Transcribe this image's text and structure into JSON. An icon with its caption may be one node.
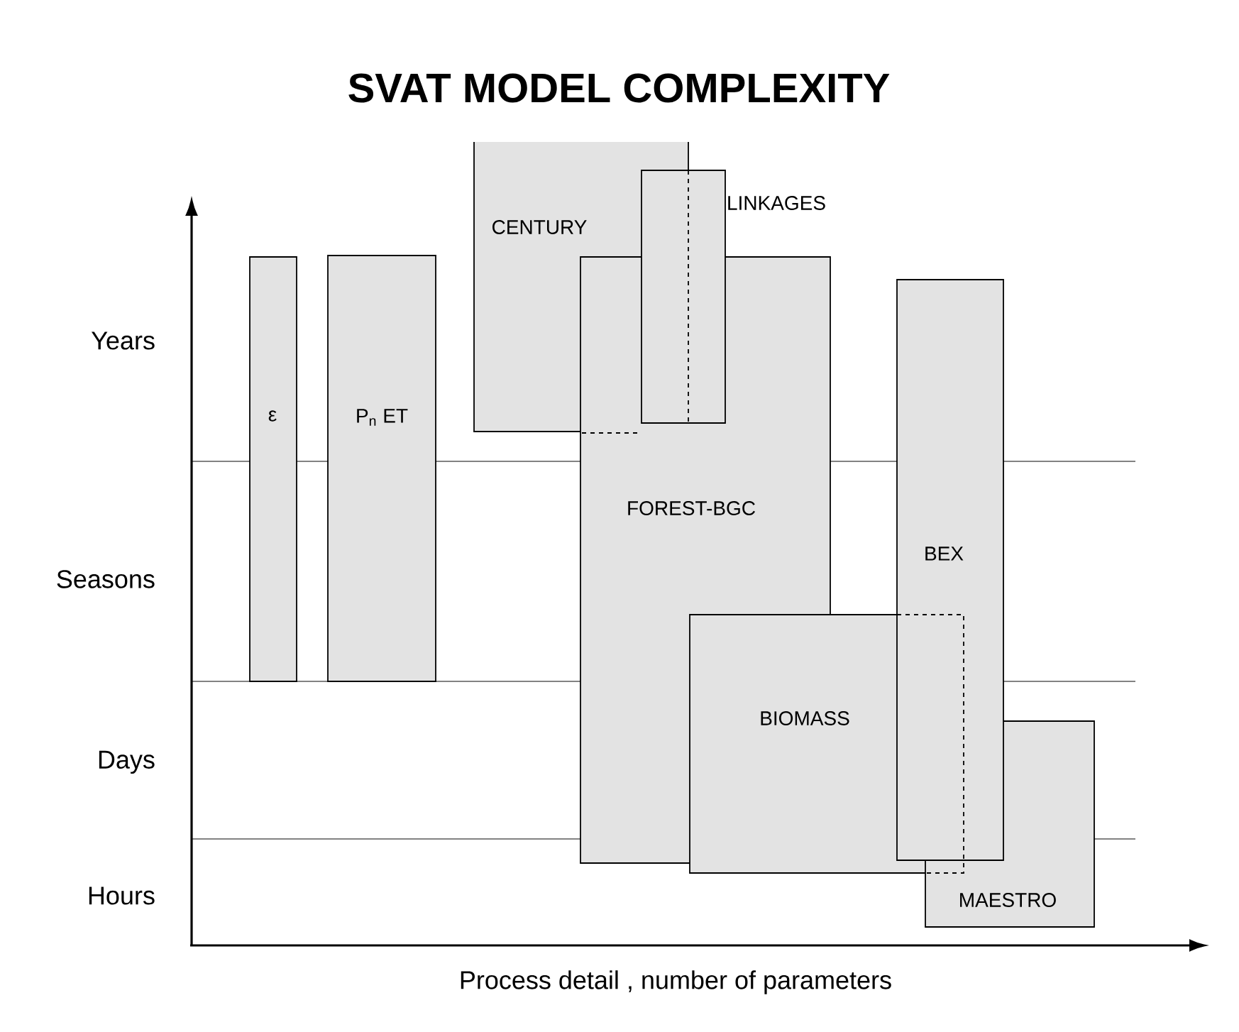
{
  "diagram": {
    "title": "SVAT MODEL COMPLEXITY",
    "nodes": [
      {
        "text": [
          "ε"
        ]
      },
      {
        "text": [
          "P$_{n}$ ET"
        ]
      },
      {
        "text": [
          "CENTURY"
        ]
      },
      {
        "text": [
          "LINKAGES"
        ]
      },
      {
        "text": [
          "FOREST-BGC"
        ]
      },
      {
        "text": [
          "BEX"
        ]
      },
      {
        "text": [
          "BIOMASS"
        ]
      },
      {
        "text": [
          "MAESTRO"
        ]
      }
    ],
    "labels": [
      "Years",
      "Seasons",
      "Days",
      "Hours",
      "Process detail , number of parameters"
    ]
  }
}
